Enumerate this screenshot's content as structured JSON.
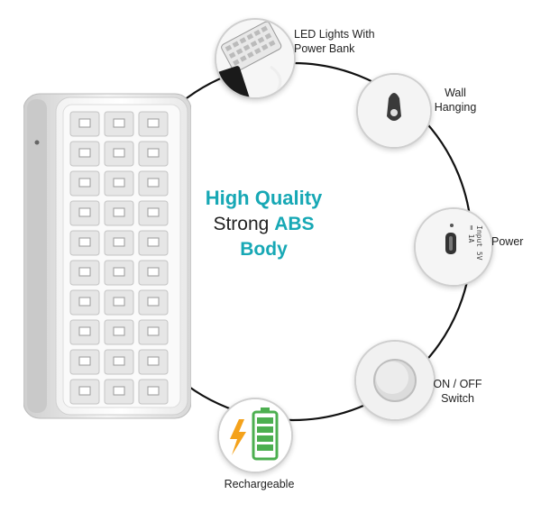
{
  "headline": {
    "line1": "High Quality",
    "line2_prefix": "Strong ",
    "line2_accent": "ABS",
    "line3": "Body"
  },
  "features": {
    "led_power_bank": "LED Lights With Power Bank",
    "wall_hanging": "Wall Hanging",
    "power": "Power",
    "on_off_switch": "ON / OFF Switch",
    "rechargeable": "Rechargeable"
  },
  "port_text": {
    "line1": "Input",
    "line2": "5V ═ 1A"
  },
  "colors": {
    "accent": "#17a8b5",
    "text": "#222222",
    "ring": "#111111"
  },
  "icons": [
    "led-power-bank-icon",
    "wall-hook-icon",
    "usb-port-icon",
    "switch-button-icon",
    "battery-bolt-icon"
  ]
}
